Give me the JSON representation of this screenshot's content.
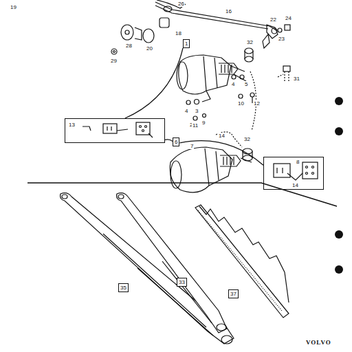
{
  "diagram": {
    "nodes": [
      {
        "text": [
          "1"
        ]
      },
      {
        "text": [
          "13",
          "2",
          "14"
        ]
      },
      {
        "text": [
          "6"
        ]
      },
      {
        "text": [
          "8",
          "14"
        ]
      },
      {
        "text": [
          "35"
        ]
      },
      {
        "text": [
          "33"
        ]
      },
      {
        "text": [
          "37"
        ]
      }
    ],
    "edges": [
      {
        "from": 0,
        "to": 1,
        "arrow": "none"
      },
      {
        "from": 1,
        "to": 2,
        "arrow": "none"
      },
      {
        "from": 2,
        "to": 3,
        "arrow": "none"
      }
    ],
    "labels": [
      "19",
      "26",
      "16",
      "22",
      "23",
      "24",
      "18",
      "20",
      "28",
      "29",
      "32",
      "31",
      "4",
      "5",
      "4",
      "3",
      "10",
      "12",
      "11",
      "9",
      "7",
      "32",
      "VOLVO"
    ]
  }
}
